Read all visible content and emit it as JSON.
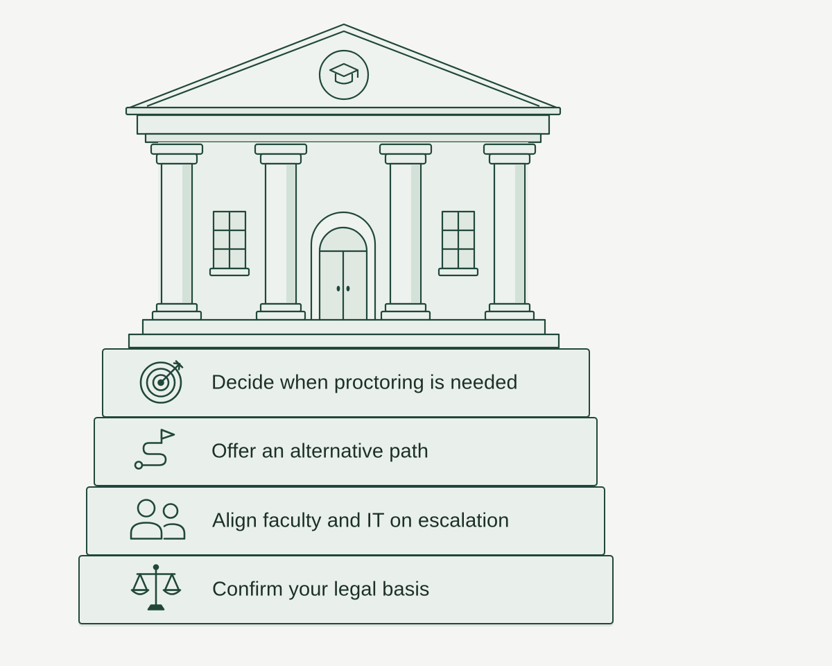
{
  "emblem": {
    "icon": "graduation-cap-icon"
  },
  "steps": [
    {
      "icon": "target-arrow-icon",
      "label": "Decide when proctoring is needed"
    },
    {
      "icon": "path-flag-icon",
      "label": "Offer an alternative path"
    },
    {
      "icon": "two-people-icon",
      "label": "Align faculty and IT on escalation"
    },
    {
      "icon": "scales-of-justice-icon",
      "label": "Confirm your legal basis"
    }
  ],
  "colors": {
    "stroke": "#21473b",
    "fill": "#e9f0eb",
    "fill_light": "#eef3ef",
    "shade": "#d3e2d8",
    "background": "#f5f6f4",
    "text": "#1c2f29"
  }
}
